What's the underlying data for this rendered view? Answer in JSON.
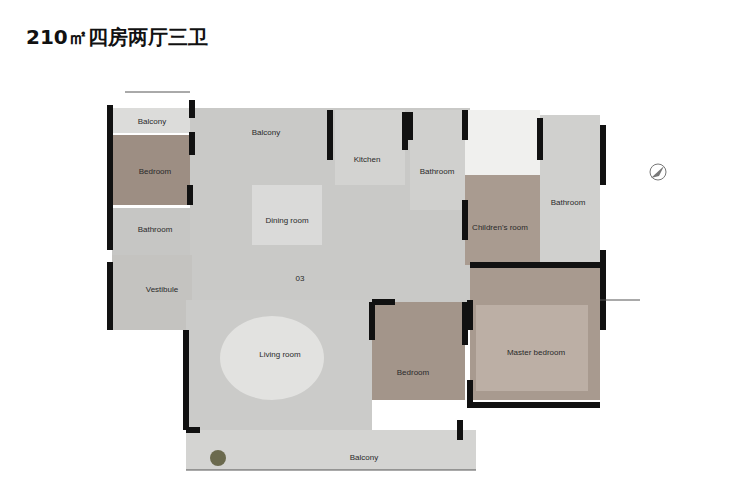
{
  "diagram": {
    "title": "210㎡四房两厅三卫",
    "labels": [
      "Balcony",
      "Balcony",
      "Bedroom",
      "Kitchen",
      "Bathroom",
      "Children's room",
      "Bathroom",
      "Dining room",
      "Bathroom",
      "Vestibule",
      "03",
      "Living room",
      "Bedroom",
      "Master bedroom",
      "Balcony"
    ]
  }
}
